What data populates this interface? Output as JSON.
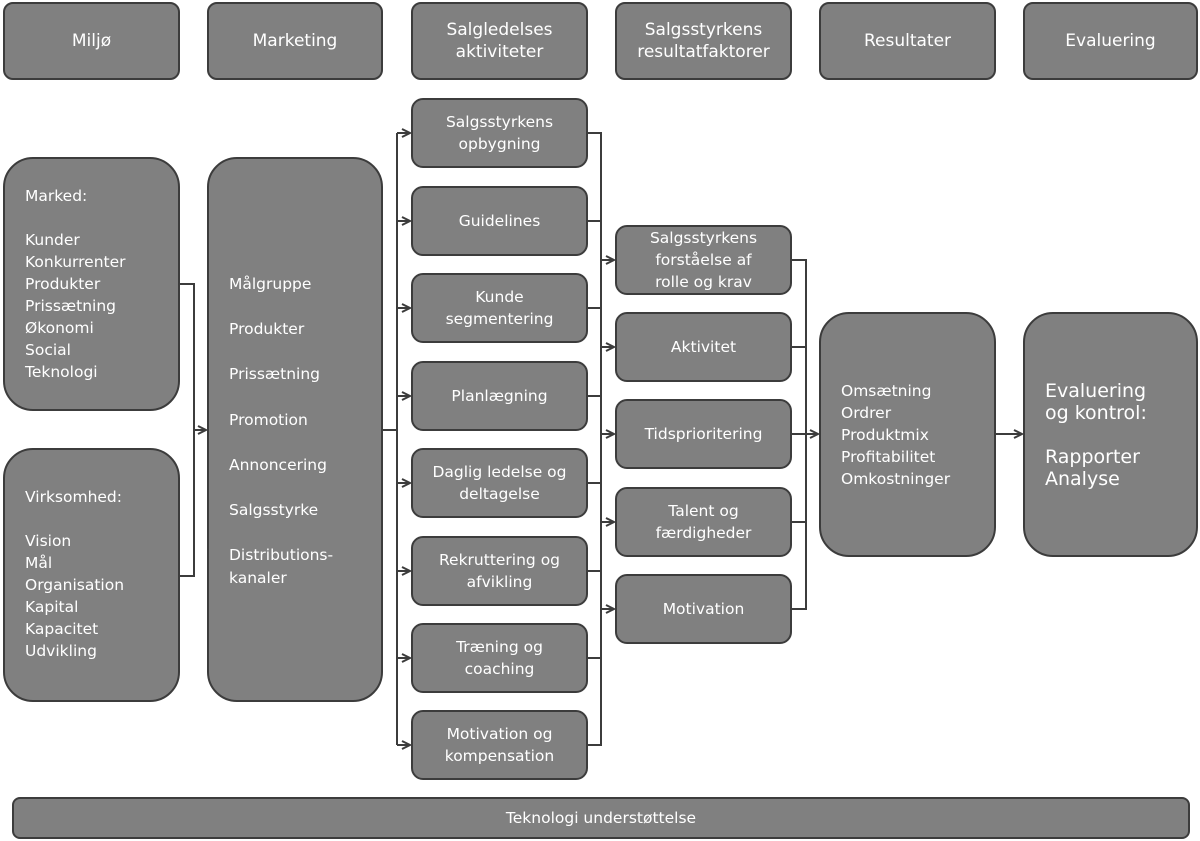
{
  "colors": {
    "box_fill": "#808080",
    "box_border": "#3c3c3c",
    "text": "#ffffff",
    "connector": "#3c3c3c"
  },
  "headers": [
    "Miljø",
    "Marketing",
    "Salgledelses\naktiviteter",
    "Salgsstyrkens\nresultatfaktorer",
    "Resultater",
    "Evaluering"
  ],
  "environment": {
    "market": [
      "Marked:",
      "",
      "Kunder",
      "Konkurrenter",
      "Produkter",
      "Prissætning",
      "Økonomi",
      "Social",
      "Teknologi"
    ],
    "company": [
      "Virksomhed:",
      "",
      "Vision",
      "Mål",
      "Organisation",
      "Kapital",
      "Kapacitet",
      "Udvikling"
    ]
  },
  "marketing": [
    "Målgruppe",
    "",
    "Produkter",
    "",
    "Prissætning",
    "",
    "Promotion",
    "",
    "Annoncering",
    "",
    "Salgsstyrke",
    "",
    "Distributions-",
    "kanaler"
  ],
  "activities": [
    "Salgsstyrkens\nopbygning",
    "Guidelines",
    "Kunde\nsegmentering",
    "Planlægning",
    "Daglig ledelse og\ndeltagelse",
    "Rekruttering og\nafvikling",
    "Træning og\ncoaching",
    "Motivation og\nkompensation"
  ],
  "factors": [
    "Salgsstyrkens\nforståelse af\nrolle og krav",
    "Aktivitet",
    "Tidsprioritering",
    "Talent og\nfærdigheder",
    "Motivation"
  ],
  "results": [
    "Omsætning",
    "Ordrer",
    "Produktmix",
    "Profitabilitet",
    "Omkostninger"
  ],
  "evaluation": [
    "Evaluering",
    "og kontrol:",
    "",
    "Rapporter",
    "Analyse"
  ],
  "footer": "Teknologi understøttelse"
}
